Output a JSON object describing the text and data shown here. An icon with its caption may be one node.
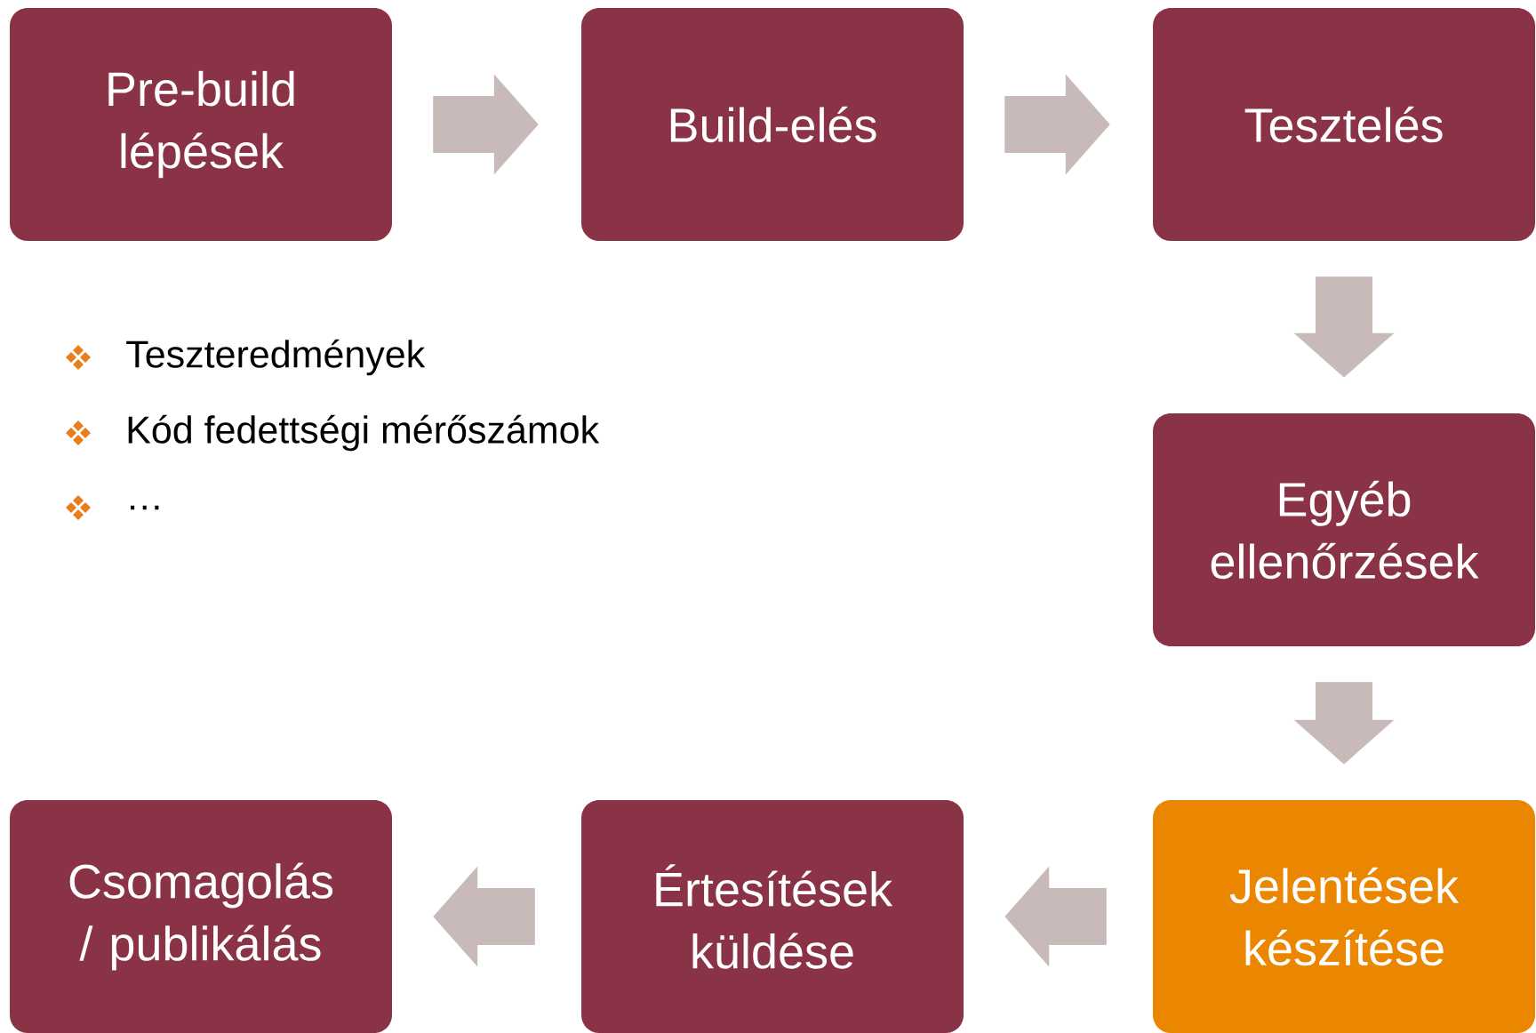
{
  "diagram": {
    "nodes": [
      {
        "text": [
          "Pre-build lépések"
        ]
      },
      {
        "text": [
          "Build-elés"
        ]
      },
      {
        "text": [
          "Tesztelés"
        ]
      },
      {
        "text": [
          "Egyéb ellenőrzések"
        ]
      },
      {
        "text": [
          "Jelentések készítése"
        ]
      },
      {
        "text": [
          "Értesítések küldése"
        ]
      },
      {
        "text": [
          "Csomagolás / publikálás"
        ]
      }
    ],
    "edges": [
      {
        "from": 0,
        "to": 1,
        "arrow": "to"
      },
      {
        "from": 1,
        "to": 2,
        "arrow": "to"
      },
      {
        "from": 2,
        "to": 3,
        "arrow": "to"
      },
      {
        "from": 3,
        "to": 4,
        "arrow": "to"
      },
      {
        "from": 4,
        "to": 5,
        "arrow": "to"
      },
      {
        "from": 5,
        "to": 6,
        "arrow": "to"
      }
    ],
    "labels": [
      "Teszteredmények",
      "Kód fedettségi mérőszámok",
      "…"
    ]
  }
}
